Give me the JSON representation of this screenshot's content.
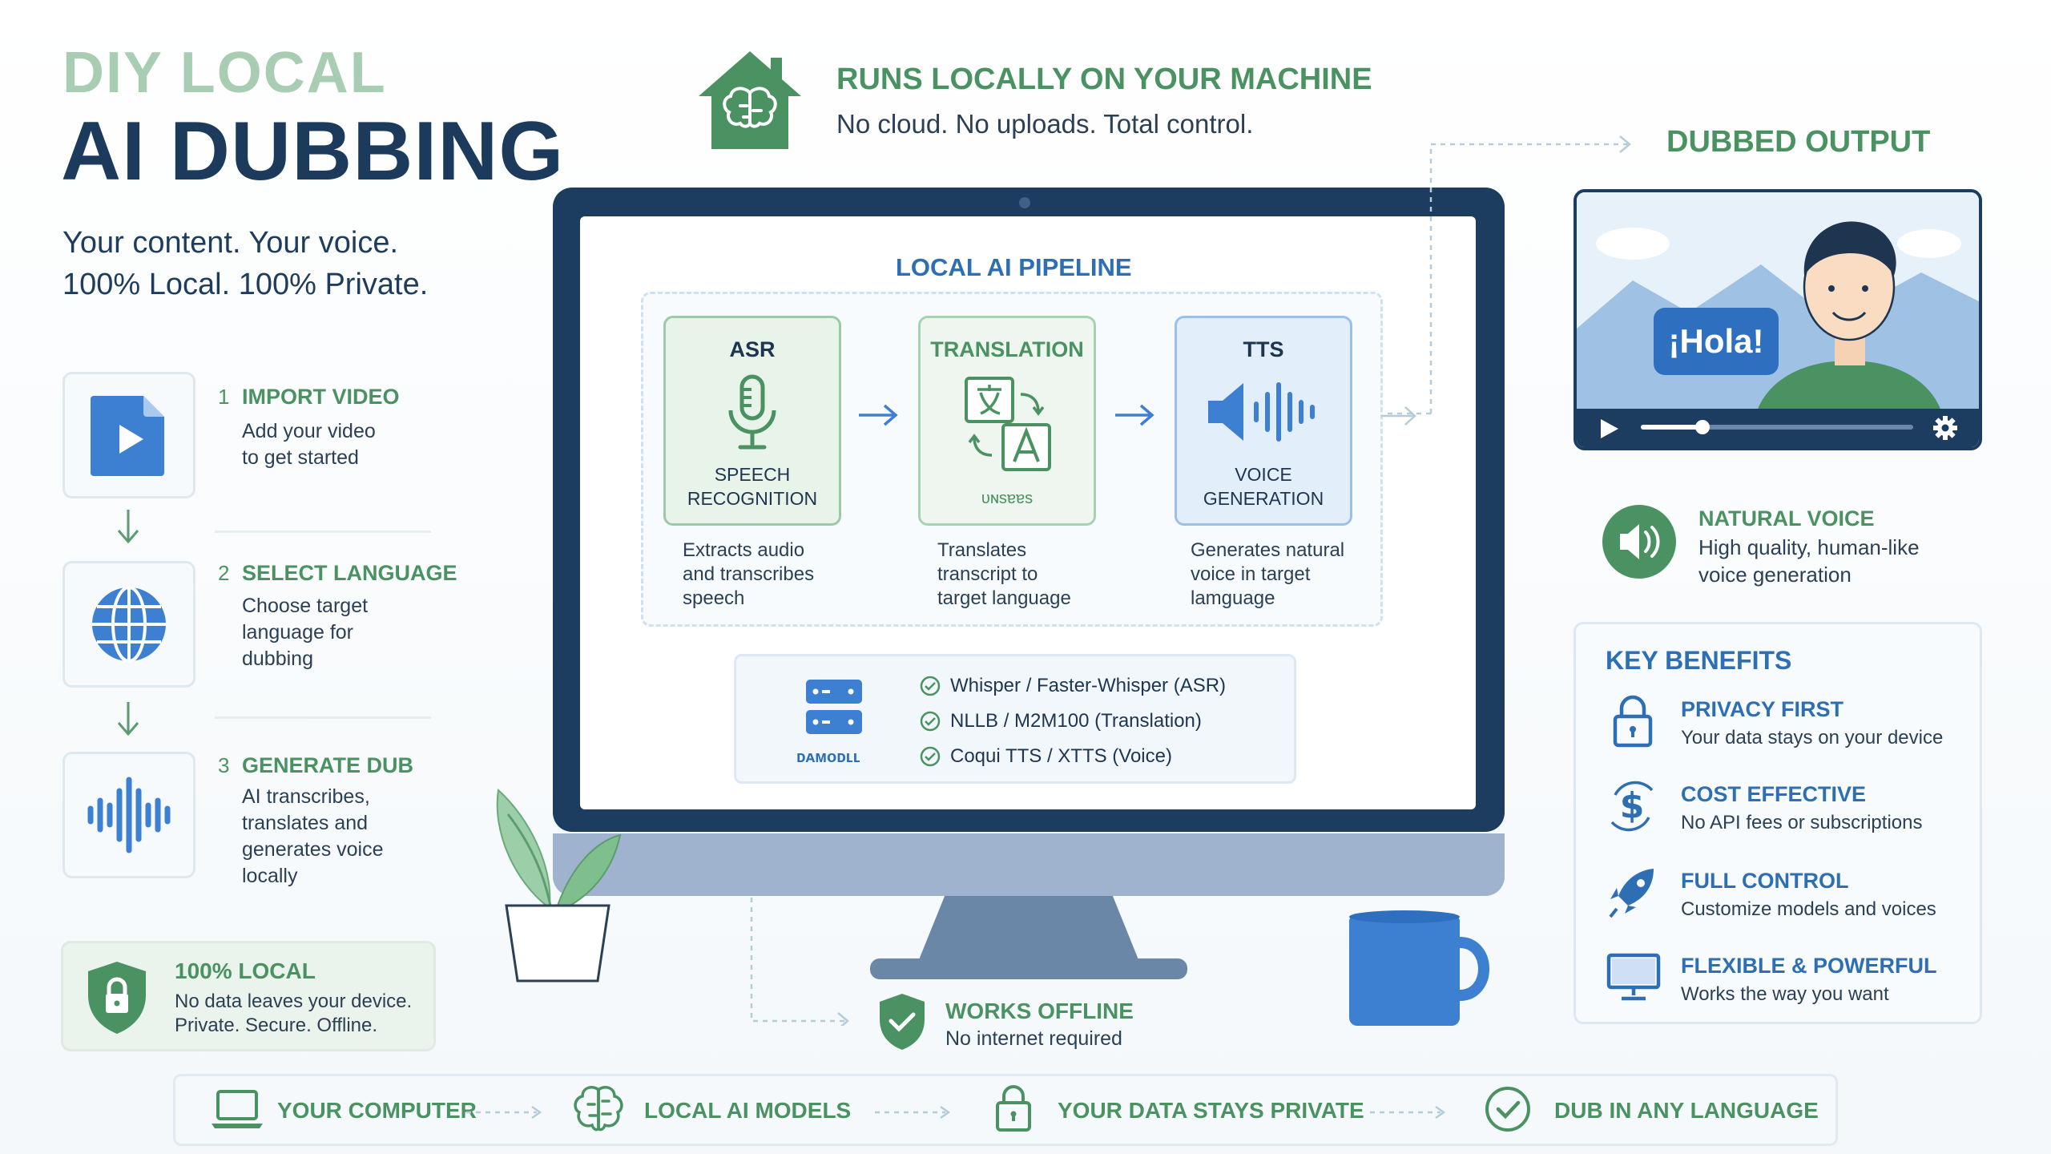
{
  "header": {
    "title_top": "DIY LOCAL",
    "title_main": "AI DUBBING",
    "tagline_1": "Your content. Your voice.",
    "tagline_2": "100% Local. 100% Private."
  },
  "steps": [
    {
      "num": "1",
      "title": "IMPORT VIDEO",
      "desc": [
        "Add your video",
        "to get started"
      ],
      "icon": "video-file-icon"
    },
    {
      "num": "2",
      "title": "SELECT LANGUAGE",
      "desc": [
        "Choose target",
        "language for",
        "dubbing"
      ],
      "icon": "globe-icon"
    },
    {
      "num": "3",
      "title": "GENERATE DUB",
      "desc": [
        "AI transcribes,",
        "translates and",
        "generates voice",
        "locally"
      ],
      "icon": "audio-wave-icon"
    }
  ],
  "local_box": {
    "title": "100% LOCAL",
    "line1": "No data leaves your device.",
    "line2": "Private. Secure. Offline.",
    "icon": "shield-lock-icon"
  },
  "runs_locally": {
    "title": "RUNS LOCALLY ON YOUR MACHINE",
    "subtitle": "No cloud. No uploads. Total control.",
    "icon": "house-brain-icon"
  },
  "pipeline": {
    "title": "LOCAL AI PIPELINE",
    "stages": [
      {
        "title": "ASR",
        "sub1": "SPEECH",
        "sub2": "RECOGNITION",
        "desc": [
          "Extracts audio",
          "and transcribes",
          "speech"
        ],
        "icon": "microphone-icon"
      },
      {
        "title": "TRANSLATION",
        "sub1": "ᴜɴsɐɐs",
        "sub2": "",
        "desc": [
          "Translates",
          "transcript to",
          "target language"
        ],
        "icon": "translate-icon"
      },
      {
        "title": "TTS",
        "sub1": "VOICE",
        "sub2": "GENERATION",
        "desc": [
          "Generates natural",
          "voice in target",
          "lamguage"
        ],
        "icon": "speaker-wave-icon"
      }
    ],
    "models_label": "ᴅᴀᴍᴏᴅʟʟ",
    "models": [
      "Whisper / Faster-Whisper (ASR)",
      "NLLB / M2M100 (Translation)",
      "Coqui TTS / XTTS (Voice)"
    ]
  },
  "output": {
    "title": "DUBBED OUTPUT",
    "speech_bubble": "¡Hola!"
  },
  "natural_voice": {
    "title": "NATURAL VOICE",
    "desc": [
      "High quality, human-like",
      "voice generation"
    ]
  },
  "benefits": {
    "title": "KEY BENEFITS",
    "items": [
      {
        "title": "PRIVACY FIRST",
        "desc": "Your data stays on your device",
        "icon": "lock-icon"
      },
      {
        "title": "COST EFFECTIVE",
        "desc": "No API fees or subscriptions",
        "icon": "dollar-icon"
      },
      {
        "title": "FULL CONTROL",
        "desc": "Customize models and voices",
        "icon": "rocket-icon"
      },
      {
        "title": "FLEXIBLE & POWERFUL",
        "desc": "Works the way you want",
        "icon": "monitor-icon"
      }
    ]
  },
  "offline": {
    "title": "WORKS OFFLINE",
    "subtitle": "No internet required"
  },
  "bottom_bar": [
    {
      "label": "YOUR COMPUTER",
      "icon": "laptop-icon"
    },
    {
      "label": "LOCAL AI MODELS",
      "icon": "brain-icon"
    },
    {
      "label": "YOUR DATA STAYS PRIVATE",
      "icon": "lock-icon"
    },
    {
      "label": "DUB IN ANY LANGUAGE",
      "icon": "check-circle-icon"
    }
  ],
  "colors": {
    "navy": "#1b3a5c",
    "green": "#4a9262",
    "blue": "#2e6fb3",
    "light_green": "#a9cdb2"
  }
}
